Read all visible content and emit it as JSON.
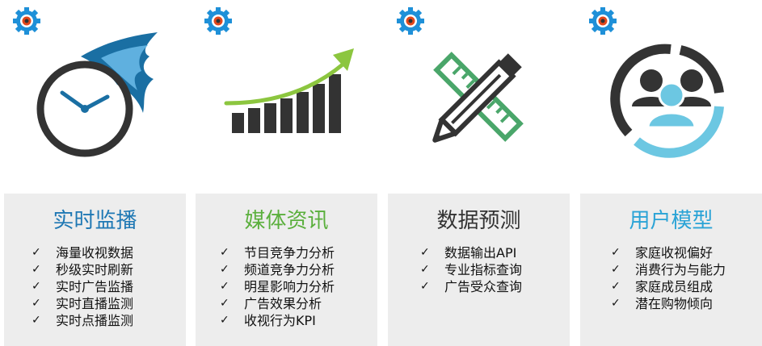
{
  "cards": [
    {
      "title": "实时监播",
      "title_color": "#1f78b4",
      "icon": "stopwatch-flame-icon",
      "items": [
        "海量收视数据",
        "秒级实时刷新",
        "实时广告监播",
        "实时直播监测",
        "实时点播监测"
      ]
    },
    {
      "title": "媒体资讯",
      "title_color": "#5aaf3c",
      "icon": "growth-bar-chart-icon",
      "items": [
        "节目竞争力分析",
        "频道竞争力分析",
        "明星影响力分析",
        "广告效果分析",
        "收视行为KPI"
      ]
    },
    {
      "title": "数据预测",
      "title_color": "#333333",
      "icon": "pencil-ruler-icon",
      "items": [
        "数据输出API",
        "专业指标查询",
        "广告受众查询"
      ]
    },
    {
      "title": "用户模型",
      "title_color": "#2aa3d6",
      "icon": "user-group-icon",
      "items": [
        "家庭收视偏好",
        "消费行为与能力",
        "家庭成员组成",
        "潜在购物倾向"
      ]
    }
  ],
  "check_glyph": "✓",
  "colors": {
    "gear_blue": "#1e90d8",
    "gear_center": "#e2471b",
    "icon_dark": "#333333",
    "accent_green": "#8cc63f",
    "ruler_green": "#4aa66a",
    "user_blue": "#6cc7e2"
  }
}
